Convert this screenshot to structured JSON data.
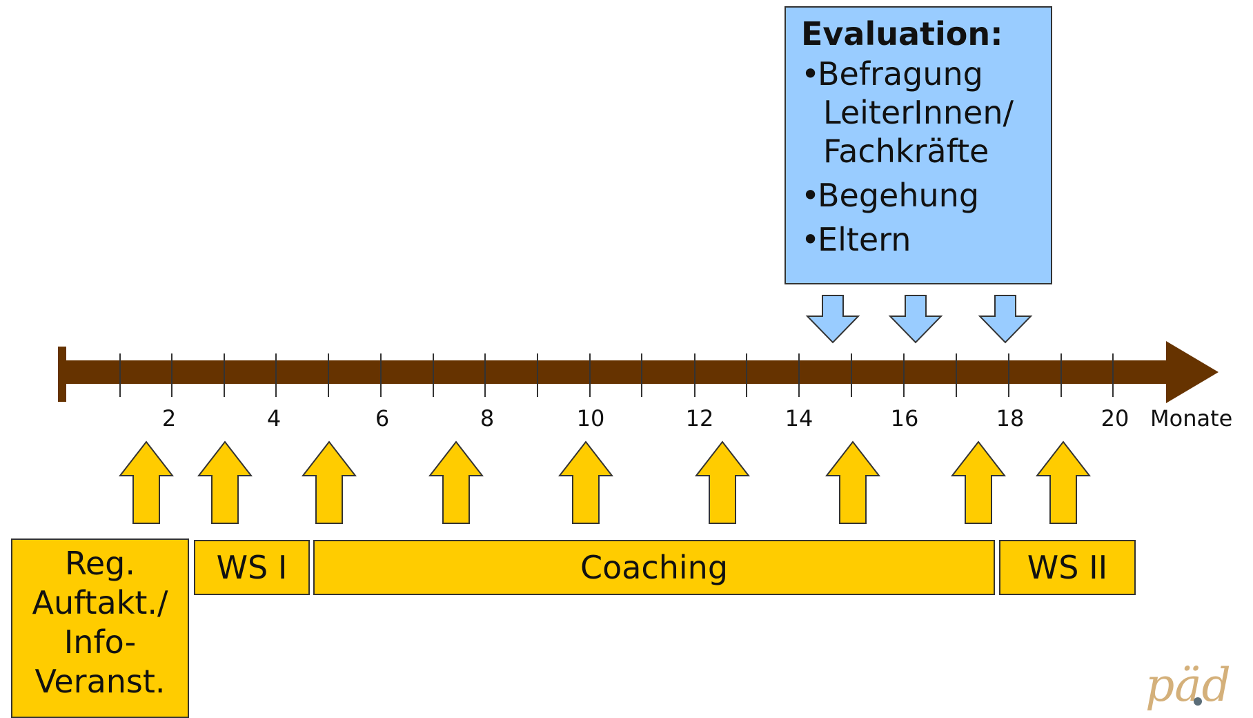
{
  "timeline": {
    "ticks": [
      "2",
      "4",
      "6",
      "8",
      "10",
      "12",
      "14",
      "16",
      "18",
      "20"
    ],
    "unit": "Monate",
    "colors": {
      "axis": "#663300",
      "phase_fill": "#FFCC00",
      "eval_fill": "#99CCFF"
    }
  },
  "phases": {
    "reg": [
      "Reg.",
      "Auftakt./",
      "Info-",
      "Veranst."
    ],
    "ws1": "WS I",
    "coaching": "Coaching",
    "ws2": "WS II"
  },
  "evaluation": {
    "title": "Evaluation:",
    "bullet": "•",
    "items": [
      "Befragung",
      "LeiterInnen/",
      "Fachkräfte",
      "Begehung",
      "Eltern"
    ]
  },
  "logo": {
    "text": "päd",
    "icon": "paedquis-logo"
  }
}
